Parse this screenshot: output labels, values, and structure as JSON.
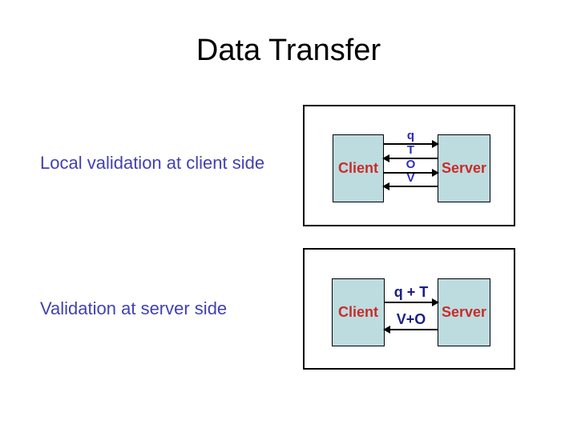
{
  "slide": {
    "title": "Data Transfer"
  },
  "colors": {
    "slide_bg": "#ffffff",
    "title_text": "#000000",
    "caption_text": "#4141b3",
    "frame_border": "#000000",
    "node_fill": "#bddcdf",
    "node_border": "#000000",
    "node_text": "#cc2a2a",
    "arrow": "#000000",
    "msg_text_1": "#2c2cbe",
    "msg_text_2": "#1d1d86"
  },
  "rows": [
    {
      "caption": "Local validation at client side",
      "diagram": {
        "client_label": "Client",
        "server_label": "Server",
        "messages": [
          {
            "label": "q",
            "direction": "client-to-server"
          },
          {
            "label": "T",
            "direction": "server-to-client"
          },
          {
            "label": "O",
            "direction": "client-to-server"
          },
          {
            "label": "V",
            "direction": "server-to-client"
          }
        ]
      }
    },
    {
      "caption": "Validation at server side",
      "diagram": {
        "client_label": "Client",
        "server_label": "Server",
        "messages": [
          {
            "label": "q + T",
            "direction": "client-to-server"
          },
          {
            "label": "V+O",
            "direction": "server-to-client"
          }
        ]
      }
    }
  ]
}
